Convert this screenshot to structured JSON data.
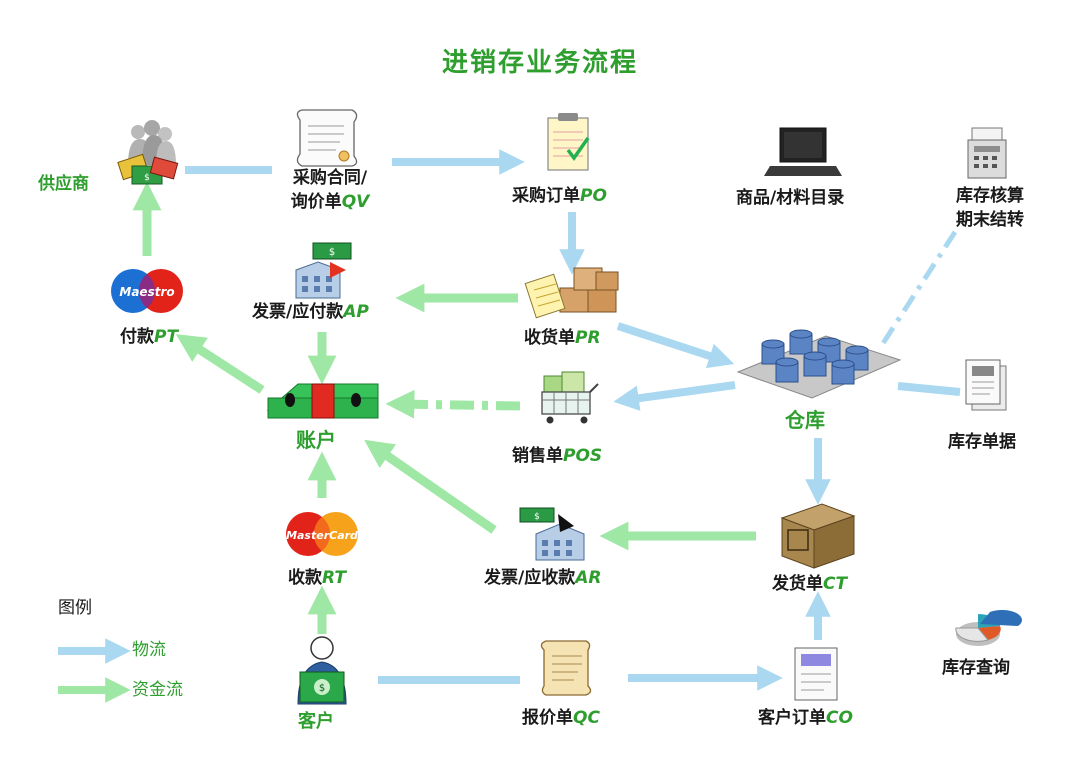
{
  "title": "进销存业务流程",
  "nodes": {
    "supplier": {
      "label": "供应商"
    },
    "contract": {
      "label_line1": "采购合同/",
      "label_line2": "询价单",
      "code": "QV"
    },
    "purchase_order": {
      "label": "采购订单",
      "code": "PO"
    },
    "catalog": {
      "label": "商品/材料目录"
    },
    "inventory_calc": {
      "label_line1": "库存核算",
      "label_line2": "期末结转"
    },
    "payment": {
      "label": "付款",
      "code": "PT"
    },
    "invoice_ap": {
      "label": "发票/应付款",
      "code": "AP"
    },
    "receipt": {
      "label": "收货单",
      "code": "PR"
    },
    "warehouse": {
      "label": "仓库"
    },
    "account": {
      "label": "账户"
    },
    "sales": {
      "label": "销售单",
      "code": "POS"
    },
    "inventory_doc": {
      "label": "库存单据"
    },
    "collection": {
      "label": "收款",
      "code": "RT"
    },
    "invoice_ar": {
      "label": "发票/应收款",
      "code": "AR"
    },
    "shipment": {
      "label": "发货单",
      "code": "CT"
    },
    "customer": {
      "label": "客户"
    },
    "quote": {
      "label": "报价单",
      "code": "QC"
    },
    "customer_order": {
      "label": "客户订单",
      "code": "CO"
    },
    "inventory_query": {
      "label": "库存查询"
    }
  },
  "logos": {
    "maestro": "Maestro",
    "mastercard": "MasterCard"
  },
  "legend": {
    "title": "图例",
    "logistics": "物流",
    "capital": "资金流"
  },
  "colors": {
    "logistics": "#a9d8f0",
    "capital": "#9fe7a4",
    "title": "#2e9e2e",
    "code": "#2e9e2e"
  }
}
